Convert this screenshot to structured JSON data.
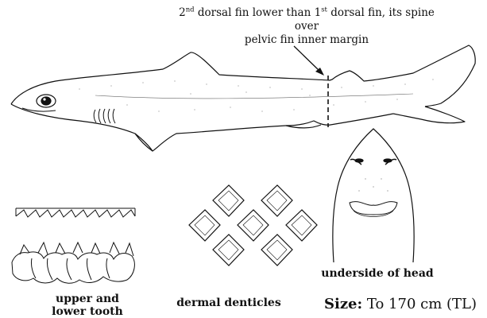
{
  "annotation": {
    "fin2_num": "2",
    "fin2_sup": "nd",
    "line1_mid": " dorsal fin lower than 1",
    "fin1_sup": "st",
    "line1_end": " dorsal fin, its spine over",
    "line2": "pelvic fin inner margin"
  },
  "labels": {
    "tooth_line1": "upper and",
    "tooth_line2": "lower tooth",
    "denticles": "dermal denticles",
    "head": "underside of head"
  },
  "size": {
    "key": "Size:",
    "value": "To 170 cm (TL)"
  },
  "icons": [
    "shark-side-view",
    "arrow-icon",
    "tooth-row",
    "denticle-cluster",
    "shark-head-underside"
  ]
}
